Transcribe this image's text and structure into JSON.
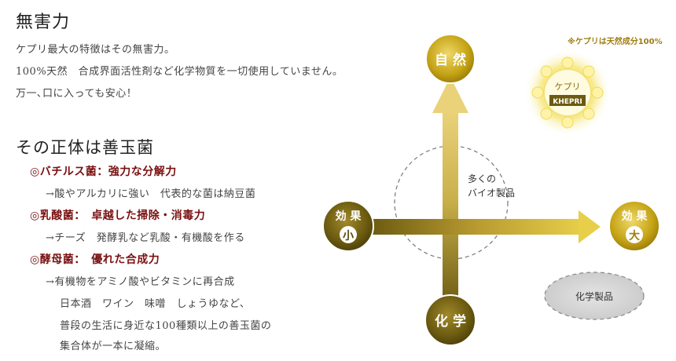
{
  "left": {
    "heading1": "無害力",
    "para": [
      "ケプリ最大の特徴はその無害力。",
      "100%天然　合成界面活性剤など化学物質を一切使用していません。",
      "万一､口に入っても安心！"
    ],
    "heading2": "その正体は善玉菌",
    "items": [
      {
        "title": "◎バチルス菌：強力な分解力",
        "desc": [
          "→酸やアルカリに強い　代表的な菌は納豆菌"
        ]
      },
      {
        "title": "◎乳酸菌：　卓越した掃除・消毒力",
        "desc": [
          "→チーズ　発酵乳など乳酸・有機酸を作る"
        ]
      },
      {
        "title": "◎酵母菌：　優れた合成力",
        "desc": [
          "→有機物をアミノ酸やビタミンに再合成",
          "日本酒　ワイン　味噌　しょうゆなど、",
          "普段の生活に身近な100種類以上の善玉菌の",
          "集合体が一本に凝縮。"
        ]
      }
    ]
  },
  "diagram": {
    "top_label": "自 然",
    "bottom_label": "化 学",
    "left_label_top": "効 果",
    "left_label_big": "小",
    "right_label_top": "効 果",
    "right_label_big": "大",
    "center_label": [
      "多くの",
      "バイオ製品"
    ],
    "chem_label": "化学製品",
    "note": "※ケプリは天然成分100%",
    "badge_jp": "ケプリ",
    "badge_en": "KHEPRI",
    "colors": {
      "gold": "#c8a61a",
      "olive": "#6b5a10",
      "red": "#7a1010"
    }
  }
}
